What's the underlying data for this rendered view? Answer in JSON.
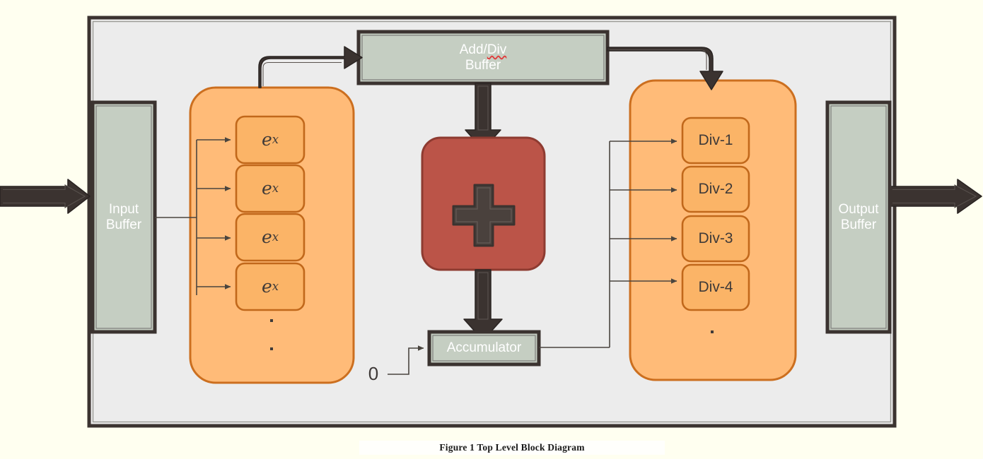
{
  "figure": {
    "caption": "Figure 1 Top Level Block Diagram",
    "page_background": "#FFFFF0",
    "canvas_background": "#ECECEC",
    "frame_border": "#3B3330"
  },
  "palette": {
    "buffer_fill": "#C5CEC2",
    "buffer_border": "#3B3330",
    "buffer_text": "#FFFFFF",
    "unit_group_fill": "#FFBB78",
    "unit_group_border": "#CC6F1F",
    "unit_fill": "#FBB467",
    "unit_border": "#C1681B",
    "adder_fill": "#BB5448",
    "adder_border": "#8E3B31",
    "adder_glyph": "#4A413D",
    "thick_arrow": "#3B3330",
    "thin_line": "#4A453F",
    "text_dark": "#3F3A38",
    "spellcheck_underline": "#E03C3C"
  },
  "blocks": {
    "input_buffer": {
      "label": "Input\nBuffer",
      "name": "input-buffer"
    },
    "output_buffer": {
      "label": "Output\nBuffer",
      "name": "output-buffer"
    },
    "addiv_buffer": {
      "label_line1_prefix": "Add/",
      "label_line1_misspelled": "Div",
      "label_line2": "Buffer",
      "full_label": "Add/Div Buffer",
      "name": "add-div-buffer"
    },
    "accumulator": {
      "label": "Accumulator",
      "name": "accumulator"
    },
    "adder": {
      "label": "+",
      "name": "adder",
      "glyph": "plus-icon"
    }
  },
  "exp_group": {
    "name": "exponential-unit-array",
    "units": [
      {
        "base": "e",
        "exponent": "x",
        "label": "e^x"
      },
      {
        "base": "e",
        "exponent": "x",
        "label": "e^x"
      },
      {
        "base": "e",
        "exponent": "x",
        "label": "e^x"
      },
      {
        "base": "e",
        "exponent": "x",
        "label": "e^x"
      }
    ],
    "continuation": "vertical-ellipsis",
    "continuation_dots": 2
  },
  "div_group": {
    "name": "divider-unit-array",
    "units": [
      {
        "label": "Div-1"
      },
      {
        "label": "Div-2"
      },
      {
        "label": "Div-3"
      },
      {
        "label": "Div-4"
      }
    ],
    "continuation": "single-dot",
    "continuation_dots": 1
  },
  "signals": {
    "external_input": {
      "name": "external-input-arrow",
      "label": ""
    },
    "external_output": {
      "name": "external-output-arrow",
      "label": ""
    },
    "accumulator_init": {
      "label": "0",
      "name": "accumulator-init-value"
    }
  },
  "connections": [
    {
      "from": "external-input",
      "to": "input-buffer",
      "style": "thick"
    },
    {
      "from": "input-buffer",
      "to": "exponential-unit-array",
      "style": "thin-fanout",
      "branches": 4
    },
    {
      "from": "exponential-unit-array",
      "to": "add-div-buffer",
      "style": "thick-elbow"
    },
    {
      "from": "add-div-buffer",
      "to": "adder",
      "style": "thick-vertical"
    },
    {
      "from": "adder",
      "to": "accumulator",
      "style": "thick-vertical"
    },
    {
      "from": "accumulator-init-value",
      "to": "accumulator",
      "style": "thin-elbow"
    },
    {
      "from": "accumulator",
      "to": "divider-unit-array",
      "style": "thin-fanout",
      "branches": 4
    },
    {
      "from": "add-div-buffer",
      "to": "divider-unit-array",
      "style": "thick-elbow"
    },
    {
      "from": "divider-unit-array",
      "to": "output-buffer",
      "style": "implicit"
    },
    {
      "from": "output-buffer",
      "to": "external-output",
      "style": "thick"
    }
  ]
}
